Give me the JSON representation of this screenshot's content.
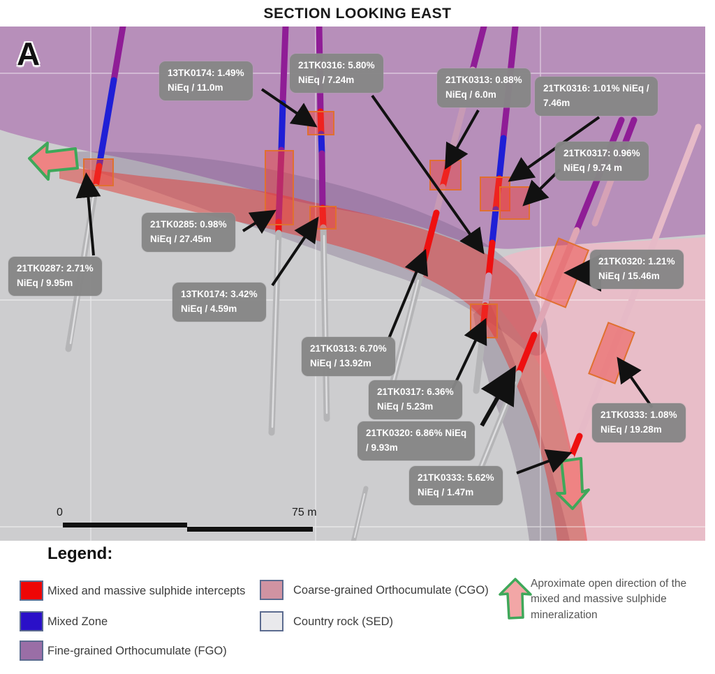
{
  "title": "SECTION LOOKING EAST",
  "section_marker": "A",
  "scale_bar": {
    "start_label": "0",
    "end_label": "75 m"
  },
  "annotations": [
    {
      "id": "13TK0174-upper",
      "line1": "13TK0174: 1.49%",
      "line2": "NiEq / 11.0m"
    },
    {
      "id": "21TK0316-deep",
      "line1": "21TK0316: 5.80%",
      "line2": "NiEq / 7.24m"
    },
    {
      "id": "21TK0313-upper",
      "line1": "21TK0313: 0.88%",
      "line2": "NiEq / 6.0m"
    },
    {
      "id": "21TK0316-upper",
      "line1": "21TK0316: 1.01% NiEq /",
      "line2": "7.46m"
    },
    {
      "id": "21TK0317-upper",
      "line1": "21TK0317: 0.96%",
      "line2": "NiEq / 9.74 m"
    },
    {
      "id": "21TK0285",
      "line1": "21TK0285:  0.98%",
      "line2": "NiEq / 27.45m"
    },
    {
      "id": "21TK0287",
      "line1": "21TK0287: 2.71%",
      "line2": "NiEq / 9.95m"
    },
    {
      "id": "13TK0174-lower",
      "line1": "13TK0174: 3.42%",
      "line2": "NiEq / 4.59m"
    },
    {
      "id": "21TK0313-deep",
      "line1": "21TK0313: 6.70%",
      "line2": "NiEq / 13.92m"
    },
    {
      "id": "21TK0317-deep",
      "line1": "21TK0317: 6.36%",
      "line2": "NiEq / 5.23m"
    },
    {
      "id": "21TK0320-deep",
      "line1": "21TK0320: 6.86% NiEq",
      "line2": "/ 9.93m"
    },
    {
      "id": "21TK0333-deep",
      "line1": "21TK0333: 5.62%",
      "line2": "NiEq / 1.47m"
    },
    {
      "id": "21TK0320-upper",
      "line1": "21TK0320: 1.21%",
      "line2": "NiEq / 15.46m"
    },
    {
      "id": "21TK0333-upper",
      "line1": "21TK0333: 1.08%",
      "line2": "NiEq / 19.28m"
    }
  ],
  "legend": {
    "heading": "Legend:",
    "items": [
      {
        "label": "Mixed and massive sulphide intercepts",
        "color": "#ee0606"
      },
      {
        "label": "Mixed Zone",
        "color": "#2a10c8"
      },
      {
        "label": "Fine-grained Orthocumulate (FGO)",
        "color": "#9a6ea6"
      },
      {
        "label": "Coarse-grained Orthocumulate (CGO)",
        "color": "#d093a2"
      },
      {
        "label": "Country rock (SED)",
        "color": "#e9e9ec"
      }
    ],
    "open_direction_note": "Aproximate open direction of the mixed and massive sulphide mineralization"
  },
  "colors": {
    "fgo_background": "#b78fba",
    "cgo_background": "#e8bdc8",
    "country_rock": "#cdcdcf",
    "sulphide_band": "#e23a34",
    "open_arrow_fill": "#ef8383",
    "open_arrow_stroke": "#3fa85a",
    "annotation_box": "#868686"
  }
}
